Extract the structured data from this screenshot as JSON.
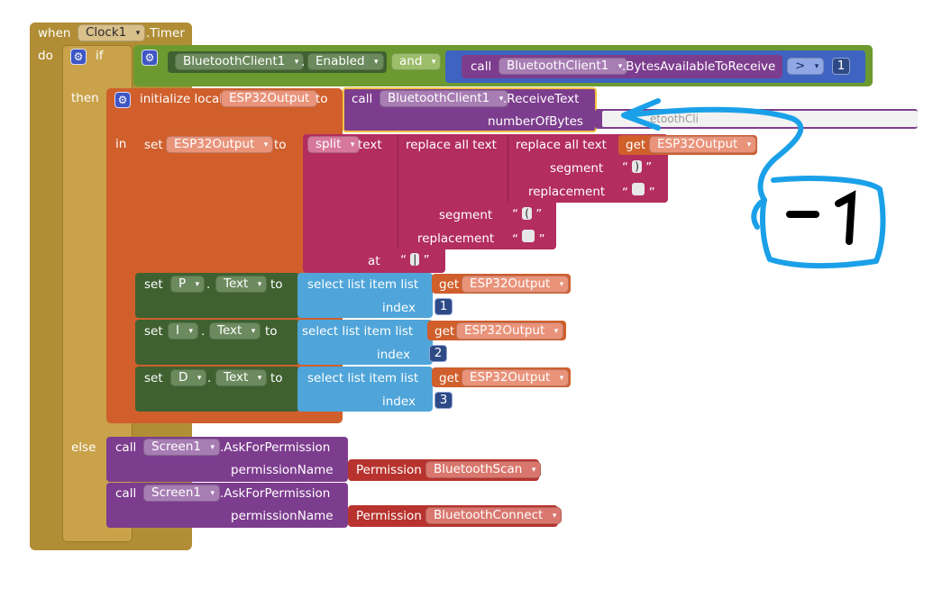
{
  "event": {
    "when": "when",
    "component": "Clock1",
    "event_name": ".Timer",
    "do": "do"
  },
  "if_block": {
    "if": "if",
    "then": "then",
    "else": "else",
    "and": "and",
    "enabled_component": "BluetoothClient1",
    "enabled_prop": "Enabled",
    "call": "call",
    "bytes_component": "BluetoothClient1",
    "bytes_method": ".BytesAvailableToReceive",
    "compare_op": ">",
    "compare_value": "1"
  },
  "init_local": {
    "label": "initialize local",
    "var_name": "ESP32Output",
    "to": "to",
    "in": "in",
    "call": "call",
    "component": "BluetoothClient1",
    "method": ".ReceiveText",
    "param": "numberOfBytes",
    "param_value_partial": ".etoothCli"
  },
  "annotation": {
    "text": "-1"
  },
  "set_output": {
    "set": "set",
    "var": "ESP32Output",
    "to": "to",
    "split": "split",
    "text": "text",
    "replace_all_outer": "replace all text",
    "replace_all_inner": "replace all text",
    "get": "get",
    "get_var": "ESP32Output",
    "segment": "segment",
    "replacement": "replacement",
    "inner_segment_val": ")",
    "inner_replacement_val": "",
    "outer_segment_val": "(",
    "outer_replacement_val": "",
    "at": "at",
    "at_val": "|"
  },
  "set_rows": [
    {
      "set": "set",
      "component": "P",
      "prop": "Text",
      "to": "to",
      "select": "select list item  list",
      "get": "get",
      "var": "ESP32Output",
      "index_label": "index",
      "index": "1"
    },
    {
      "set": "set",
      "component": "I",
      "prop": "Text",
      "to": "to",
      "select": "select list item  list",
      "get": "get",
      "var": "ESP32Output",
      "index_label": "index",
      "index": "2"
    },
    {
      "set": "set",
      "component": "D",
      "prop": "Text",
      "to": "to",
      "select": "select list item  list",
      "get": "get",
      "var": "ESP32Output",
      "index_label": "index",
      "index": "3"
    }
  ],
  "permissions": [
    {
      "call": "call",
      "component": "Screen1",
      "method": ".AskForPermission",
      "param": "permissionName",
      "permission": "Permission",
      "value": "BluetoothScan"
    },
    {
      "call": "call",
      "component": "Screen1",
      "method": ".AskForPermission",
      "param": "permissionName",
      "permission": "Permission",
      "value": "BluetoothConnect"
    }
  ],
  "colors": {
    "event": "#b18e35",
    "control": "#b18e35",
    "logic": "#6c9a30",
    "component": "#3f6130",
    "component_call": "#7d3d8e",
    "variable": "#d05f2c",
    "text": "#b32d5e",
    "list": "#4fa5d9",
    "math": "#3f63c0",
    "annotation": "#1aa0e8",
    "highlight": "#f5c242"
  }
}
